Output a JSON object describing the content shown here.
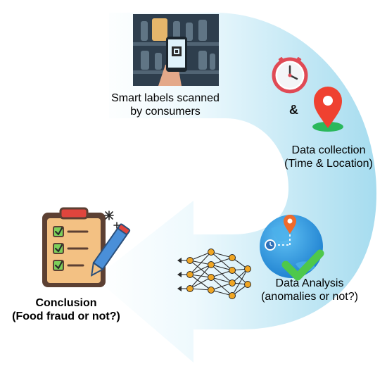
{
  "labels": {
    "smart_line1": "Smart labels scanned",
    "smart_line2": "by consumers",
    "collection_line1": "Data collection",
    "collection_line2": "(Time & Location)",
    "analysis_line1": "Data Analysis",
    "analysis_line2": "(anomalies or not?)",
    "conclusion_line1": "Conclusion",
    "conclusion_line2": "(Food fraud or not?)",
    "ampersand": "&"
  },
  "colors": {
    "arrow_light": "#eaf8fd",
    "arrow_dark": "#a9def0",
    "clock_ring": "#e04a55",
    "pin": "#ef4130",
    "pin_base": "#2ab85c",
    "globe": "#2f9be0",
    "check": "#4ec84b",
    "clipboard": "#f3c183",
    "network_node": "#f0a623"
  },
  "icons": [
    "shelf-scan-icon",
    "clock-icon",
    "location-pin-icon",
    "globe-check-icon",
    "neural-network-icon",
    "clipboard-checklist-icon"
  ]
}
